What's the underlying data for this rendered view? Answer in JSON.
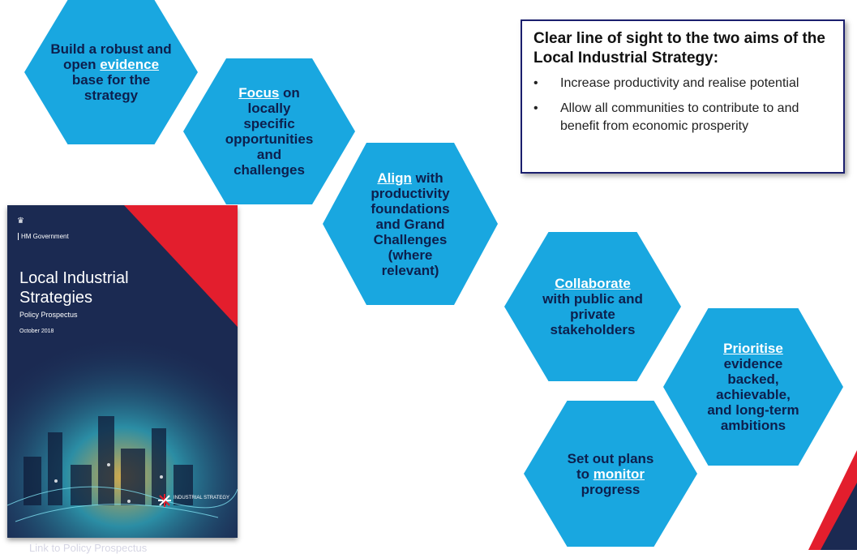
{
  "hexagons": [
    {
      "pre": "Build a robust and open ",
      "keyword": "evidence",
      "post": " base for the strategy"
    },
    {
      "pre": "",
      "keyword": "Focus",
      "post": " on locally specific opportunities and challenges"
    },
    {
      "pre": "",
      "keyword": "Align",
      "post": " with productivity foundations and Grand Challenges (where relevant)"
    },
    {
      "pre": "",
      "keyword": "Collaborate",
      "post": " with public and private stakeholders"
    },
    {
      "pre": "",
      "keyword": "Prioritise",
      "post": " evidence backed, achievable, and long-term ambitions"
    },
    {
      "pre": "Set out plans to ",
      "keyword": "monitor",
      "post": " progress"
    }
  ],
  "aims_box": {
    "heading": "Clear line of sight to the two aims of the Local Industrial Strategy:",
    "bullet_symbol": "•",
    "items": [
      "Increase productivity and realise potential",
      "Allow all communities to contribute to and benefit from economic prosperity"
    ]
  },
  "cover": {
    "org": "HM Government",
    "title": "Local Industrial Strategies",
    "subtitle": "Policy Prospectus",
    "date": "October 2018",
    "badge": "INDUSTRIAL STRATEGY"
  },
  "link_text": "Link to Policy Prospectus",
  "colors": {
    "hexagon": "#19a7e0",
    "hex_text": "#0d1f4d",
    "accent_red": "#e31e2d",
    "cover_navy": "#1b2a52"
  }
}
